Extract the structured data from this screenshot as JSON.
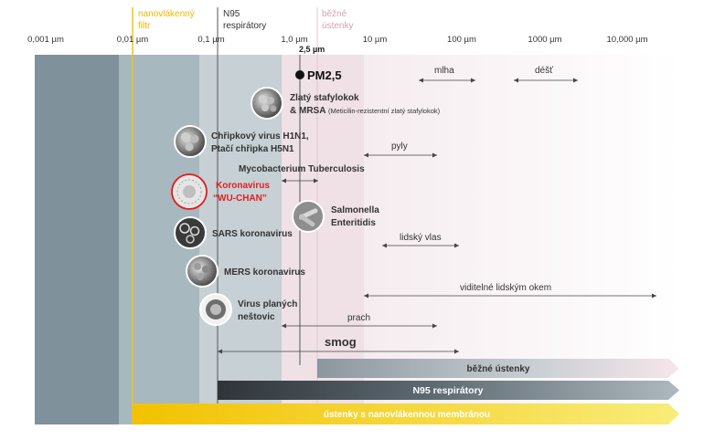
{
  "filters_top": {
    "nanofiber": "nanovlákenný filtr",
    "n95": "N95 respirátory",
    "common": "běžné ústenky"
  },
  "scale_ticks": [
    "0,001 µm",
    "0,01 µm",
    "0,1 µm",
    "1,0 µm",
    "10 µm",
    "100 µm",
    "1000 µm",
    "10,000 µm"
  ],
  "pm_marker": {
    "size_label": "2,5 µm",
    "name": "PM2,5"
  },
  "particles": [
    {
      "title": "Zlatý stafylokok",
      "line2": "& MRSA",
      "note": "(Meticilin-rezistentní zlatý stafylokok)",
      "icon": "staphylococcus-icon"
    },
    {
      "title": "Chřipkový virus H1N1,",
      "line2": "Ptačí chřipka H5N1",
      "icon": "influenza-virus-icon"
    },
    {
      "title": "Koronavirus",
      "line2": "“WU-CHAN”",
      "icon": "coronavirus-icon",
      "highlight_color": "#e01e1e"
    },
    {
      "title": "SARS koronavirus",
      "icon": "sars-virus-icon"
    },
    {
      "title": "MERS koronavirus",
      "icon": "mers-virus-icon"
    },
    {
      "title": "Virus planých",
      "line2": "neštovic",
      "icon": "chickenpox-virus-icon"
    },
    {
      "title": "Salmonella",
      "line2": "Enteritidis",
      "icon": "salmonella-icon"
    }
  ],
  "ranges": {
    "mlha": "mlha",
    "dest": "déšť",
    "pyly": "pyly",
    "tb": "Mycobacterium Tuberculosis",
    "vlas": "lidský vlas",
    "oko": "viditelné lidským okem",
    "prach": "prach",
    "smog": "smog"
  },
  "bars": {
    "common": "běžné ústenky",
    "n95": "N95 respirátory",
    "nano": "ústenky s nanovlákennou membránou"
  },
  "colors": {
    "highlight": "#e01e1e",
    "nano_yellow": "#f4d03f",
    "n95_dark": "#3b4148",
    "common_gray": "#8f9aa2"
  }
}
